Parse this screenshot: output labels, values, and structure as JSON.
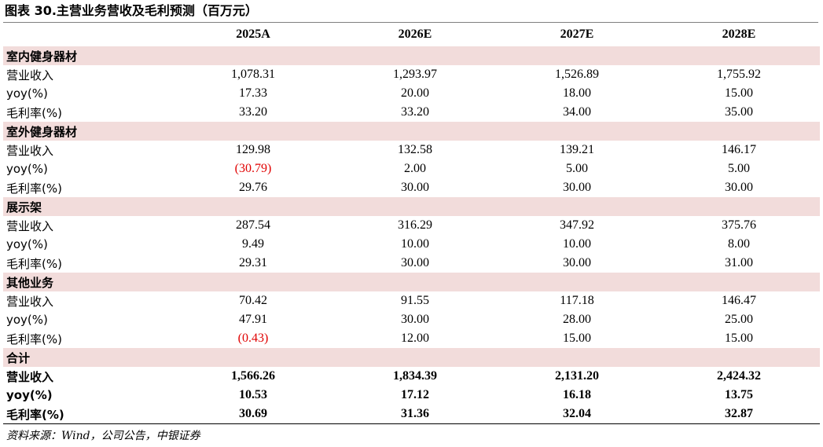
{
  "title": "图表 30.主营业务营收及毛利预测（百万元）",
  "columns": [
    "",
    "2025A",
    "2026E",
    "2027E",
    "2028E"
  ],
  "sections": [
    {
      "name": "室内健身器材",
      "rows": [
        {
          "label": "营业收入",
          "values": [
            "1,078.31",
            "1,293.97",
            "1,526.89",
            "1,755.92"
          ]
        },
        {
          "label": "yoy(%)",
          "values": [
            "17.33",
            "20.00",
            "18.00",
            "15.00"
          ]
        },
        {
          "label": "毛利率(%)",
          "values": [
            "33.20",
            "33.20",
            "34.00",
            "35.00"
          ]
        }
      ]
    },
    {
      "name": "室外健身器材",
      "rows": [
        {
          "label": "营业收入",
          "values": [
            "129.98",
            "132.58",
            "139.21",
            "146.17"
          ]
        },
        {
          "label": "yoy(%)",
          "values": [
            "(30.79)",
            "2.00",
            "5.00",
            "5.00"
          ]
        },
        {
          "label": "毛利率(%)",
          "values": [
            "29.76",
            "30.00",
            "30.00",
            "30.00"
          ]
        }
      ]
    },
    {
      "name": "展示架",
      "rows": [
        {
          "label": "营业收入",
          "values": [
            "287.54",
            "316.29",
            "347.92",
            "375.76"
          ]
        },
        {
          "label": "yoy(%)",
          "values": [
            "9.49",
            "10.00",
            "10.00",
            "8.00"
          ]
        },
        {
          "label": "毛利率(%)",
          "values": [
            "29.31",
            "30.00",
            "30.00",
            "31.00"
          ]
        }
      ]
    },
    {
      "name": "其他业务",
      "rows": [
        {
          "label": "营业收入",
          "values": [
            "70.42",
            "91.55",
            "117.18",
            "146.47"
          ]
        },
        {
          "label": "yoy(%)",
          "values": [
            "47.91",
            "30.00",
            "28.00",
            "25.00"
          ]
        },
        {
          "label": "毛利率(%)",
          "values": [
            "(0.43)",
            "12.00",
            "15.00",
            "15.00"
          ]
        }
      ]
    },
    {
      "name": "合计",
      "total": true,
      "rows": [
        {
          "label": "营业收入",
          "values": [
            "1,566.26",
            "1,834.39",
            "2,131.20",
            "2,424.32"
          ]
        },
        {
          "label": "yoy(%)",
          "values": [
            "10.53",
            "17.12",
            "16.18",
            "13.75"
          ]
        },
        {
          "label": "毛利率(%)",
          "values": [
            "30.69",
            "31.36",
            "32.04",
            "32.87"
          ]
        }
      ]
    }
  ],
  "negative_color": "#e00000",
  "section_bg": "#f2dcdb",
  "source": "资料来源：Wind，公司公告，中银证券"
}
